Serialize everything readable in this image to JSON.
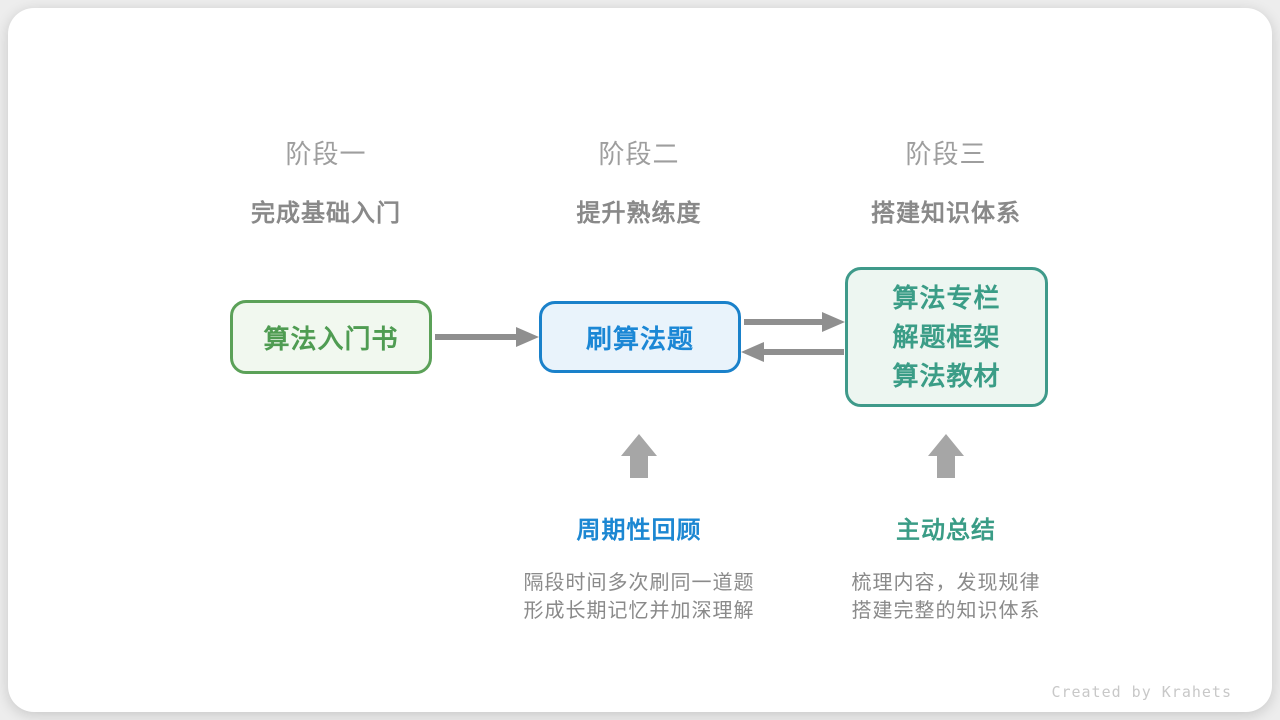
{
  "stages": [
    {
      "label": "阶段一",
      "subtitle": "完成基础入门"
    },
    {
      "label": "阶段二",
      "subtitle": "提升熟练度"
    },
    {
      "label": "阶段三",
      "subtitle": "搭建知识体系"
    }
  ],
  "nodes": {
    "intro_book": {
      "label": "算法入门书"
    },
    "practice": {
      "label": "刷算法题"
    },
    "resources": {
      "lines": [
        "算法专栏",
        "解题框架",
        "算法教材"
      ]
    }
  },
  "annotations": {
    "review": {
      "title": "周期性回顾",
      "desc_line1": "隔段时间多次刷同一道题",
      "desc_line2": "形成长期记忆并加深理解"
    },
    "summarize": {
      "title": "主动总结",
      "desc_line1": "梳理内容，发现规律",
      "desc_line2": "搭建完整的知识体系"
    }
  },
  "footer": {
    "credit": "Created by Krahets"
  },
  "colors": {
    "green_border": "#5ba158",
    "green_bg": "#f1f8ef",
    "green_text": "#4f9c52",
    "blue_border": "#1a81ca",
    "blue_bg": "#e9f3fb",
    "blue_text": "#1b87d5",
    "teal_border": "#3f9a8a",
    "teal_bg": "#edf6f1",
    "teal_text": "#3b9d87",
    "flow_arrow_gray": "#8f8f8f",
    "up_arrow_gray": "#a6a6a6",
    "stage_label_gray": "#9e9e9e",
    "stage_subtitle_gray": "#898989",
    "annotation_title_blue": "#1c87d2",
    "annotation_title_teal": "#3a9c86",
    "annotation_desc_gray": "#8a8a8a",
    "credit_gray": "#c8c8c8"
  }
}
